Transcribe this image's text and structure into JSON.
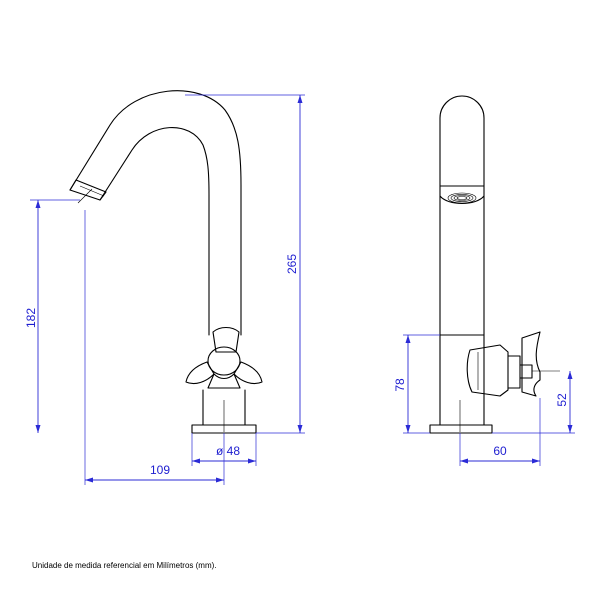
{
  "dimensions": {
    "spout_height": "182",
    "total_height": "265",
    "base_diameter": "ø 48",
    "spout_reach": "109",
    "side_height": "78",
    "handle_height": "52",
    "side_depth": "60"
  },
  "footnote": "Unidade de medida referencial em Milímetros (mm).",
  "colors": {
    "dimension": "#2b2bd6",
    "outline": "#000000"
  }
}
